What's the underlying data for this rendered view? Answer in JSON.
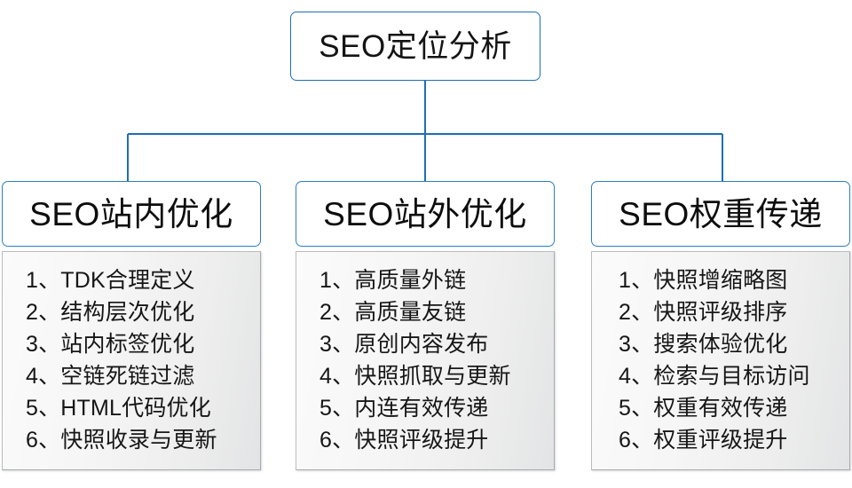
{
  "diagram": {
    "root": {
      "label": "SEO定位分析"
    },
    "accent_color": "#1f6eb4",
    "header_border_color": "#2b7ec4",
    "list_border_color": "#b9bcbe",
    "branches": [
      {
        "header": "SEO站内优化",
        "items": [
          "1、TDK合理定义",
          "2、结构层次优化",
          "3、站内标签优化",
          "4、空链死链过滤",
          "5、HTML代码优化",
          "6、快照收录与更新"
        ]
      },
      {
        "header": "SEO站外优化",
        "items": [
          "1、高质量外链",
          "2、高质量友链",
          "3、原创内容发布",
          "4、快照抓取与更新",
          "5、内连有效传递",
          "6、快照评级提升"
        ]
      },
      {
        "header": "SEO权重传递",
        "items": [
          "1、快照增缩略图",
          "2、快照评级排序",
          "3、搜索体验优化",
          "4、检索与目标访问",
          "5、权重有效传递",
          "6、权重评级提升"
        ]
      }
    ]
  }
}
